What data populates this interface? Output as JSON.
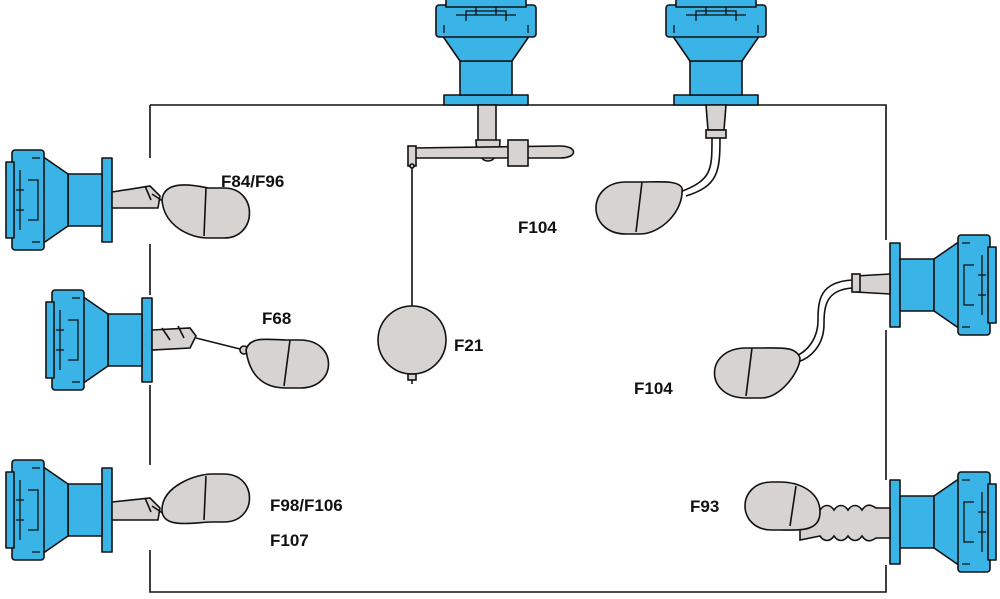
{
  "colors": {
    "switch_body": "#3ab3e6",
    "float": "#d6d3d1",
    "outline": "#111111",
    "background": "#ffffff"
  },
  "labels": {
    "f84_f96": "F84/F96",
    "f68": "F68",
    "f98_f106": "F98/F106",
    "f107": "F107",
    "f104_top": "F104",
    "f21": "F21",
    "f104_right": "F104",
    "f93": "F93"
  }
}
